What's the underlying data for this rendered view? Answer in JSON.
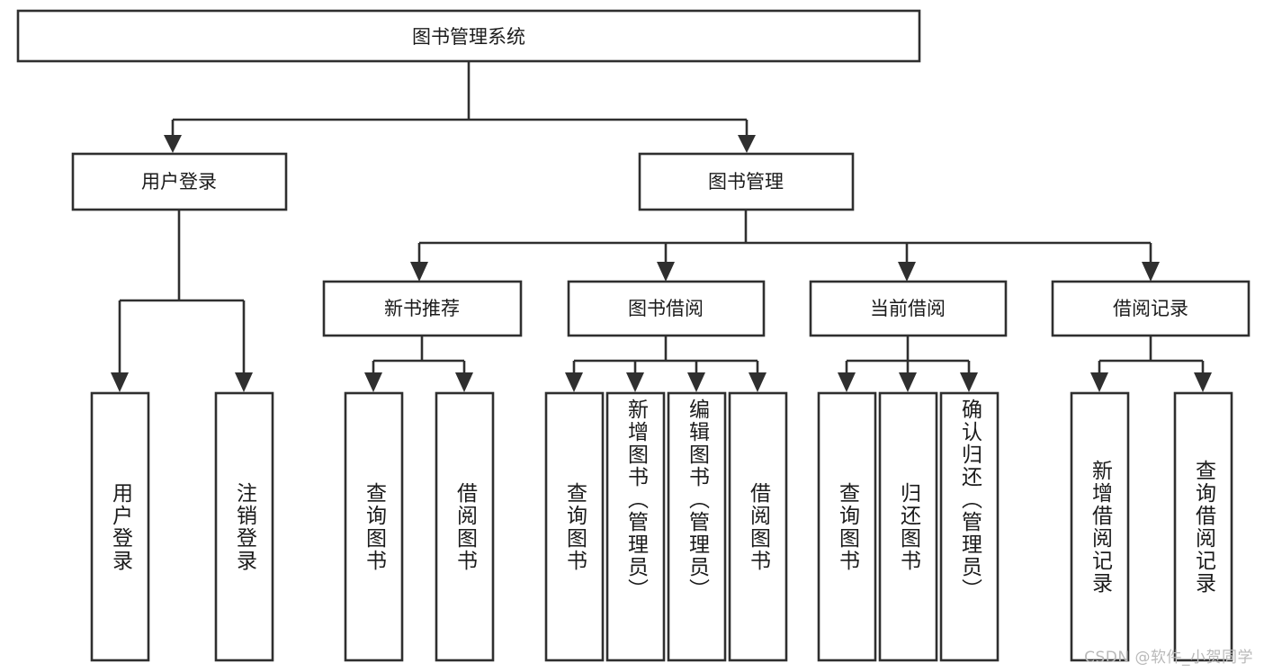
{
  "diagram": {
    "type": "tree",
    "title": "图书管理系统",
    "root": {
      "id": "root",
      "label": "图书管理系统"
    },
    "level1": [
      {
        "id": "user-login",
        "label": "用户登录"
      },
      {
        "id": "book-management",
        "label": "图书管理"
      }
    ],
    "level2": [
      {
        "id": "new-book-recommend",
        "label": "新书推荐",
        "parent": "book-management"
      },
      {
        "id": "book-borrow",
        "label": "图书借阅",
        "parent": "book-management"
      },
      {
        "id": "current-borrow",
        "label": "当前借阅",
        "parent": "book-management"
      },
      {
        "id": "borrow-record",
        "label": "借阅记录",
        "parent": "book-management"
      }
    ],
    "leaves": [
      {
        "id": "leaf-user-login",
        "label": "用户登录",
        "parent": "user-login"
      },
      {
        "id": "leaf-logout",
        "label": "注销登录",
        "parent": "user-login"
      },
      {
        "id": "leaf-query-book-1",
        "label": "查询图书",
        "parent": "new-book-recommend"
      },
      {
        "id": "leaf-borrow-book-1",
        "label": "借阅图书",
        "parent": "new-book-recommend"
      },
      {
        "id": "leaf-query-book-2",
        "label": "查询图书",
        "parent": "book-borrow"
      },
      {
        "id": "leaf-add-book",
        "label": "新增图书（管理员）",
        "parent": "book-borrow"
      },
      {
        "id": "leaf-edit-book",
        "label": "编辑图书（管理员）",
        "parent": "book-borrow"
      },
      {
        "id": "leaf-borrow-book-2",
        "label": "借阅图书",
        "parent": "book-borrow"
      },
      {
        "id": "leaf-query-book-3",
        "label": "查询图书",
        "parent": "current-borrow"
      },
      {
        "id": "leaf-return-book",
        "label": "归还图书",
        "parent": "current-borrow"
      },
      {
        "id": "leaf-confirm-return",
        "label": "确认归还（管理员）",
        "parent": "current-borrow"
      },
      {
        "id": "leaf-add-record",
        "label": "新增借阅记录",
        "parent": "borrow-record"
      },
      {
        "id": "leaf-query-record",
        "label": "查询借阅记录",
        "parent": "borrow-record"
      }
    ],
    "colors": {
      "stroke": "#2f2f2f",
      "fill": "#ffffff",
      "text": "#1b1b1b",
      "watermark": "#b9b9b9"
    }
  },
  "watermark": {
    "text": "CSDN @软件_小贺同学"
  }
}
